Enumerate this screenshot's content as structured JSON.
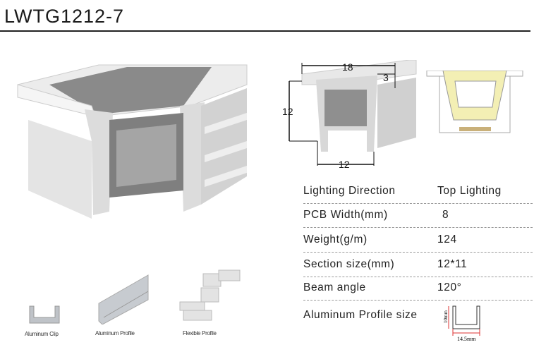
{
  "header": {
    "title": "LWTG1212-7"
  },
  "dimensions": {
    "width": "18",
    "lip": "3",
    "height": "12",
    "bottom": "12"
  },
  "specs": [
    {
      "label": "Lighting  Direction",
      "value": "Top Lighting"
    },
    {
      "label": "PCB  Width(mm)",
      "value": "8"
    },
    {
      "label": "Weight(g/m)",
      "value": "124"
    },
    {
      "label": "Section size(mm)",
      "value": "12*11"
    },
    {
      "label": "Beam angle",
      "value": "120°"
    },
    {
      "label": "Aluminum Profile size",
      "value": ""
    }
  ],
  "profile_size": {
    "height": "10mm",
    "width": "14.5mm"
  },
  "accessories": [
    {
      "label": "Aluminum Clip"
    },
    {
      "label": "Aluminum Profile"
    },
    {
      "label": "Flexible Profile"
    }
  ],
  "colors": {
    "glow": "#f3efb4",
    "pcb": "#c9b07a",
    "dim_red": "#d33"
  }
}
